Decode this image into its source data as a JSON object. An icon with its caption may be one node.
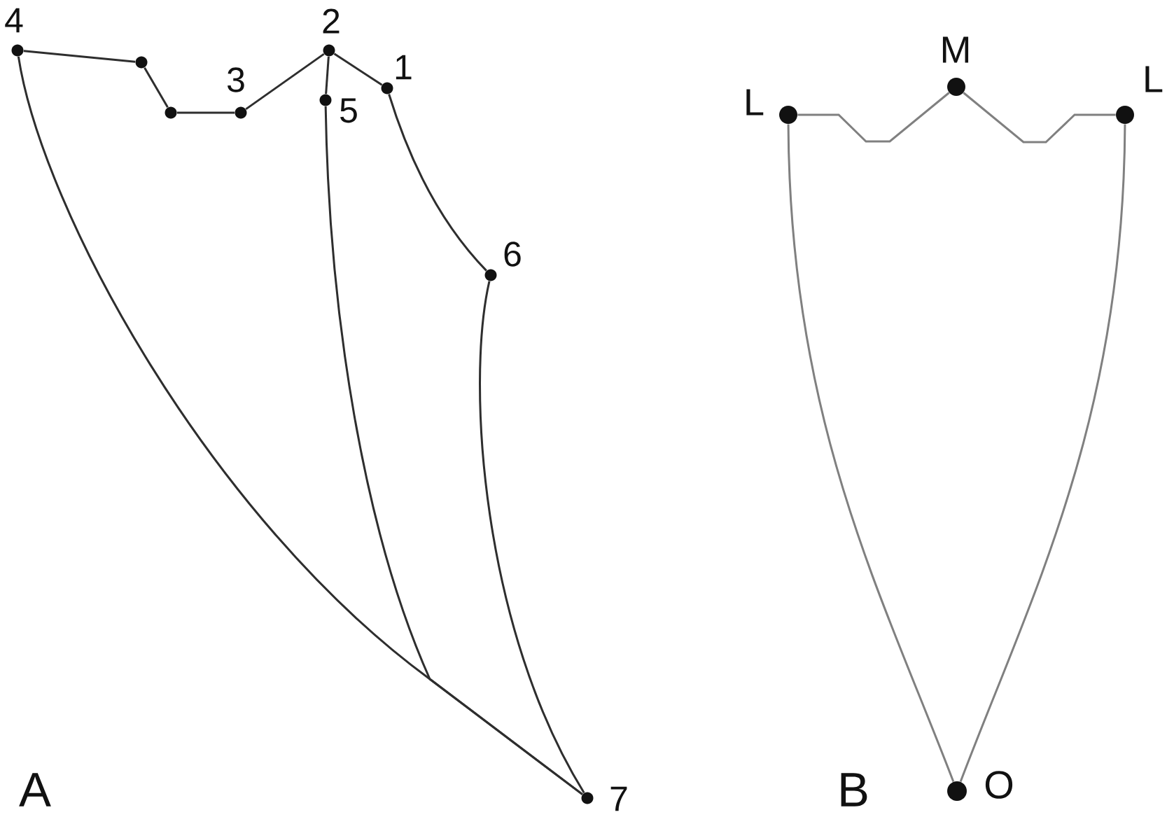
{
  "diagram": {
    "nodes": [
      {
        "text": [
          "4"
        ]
      },
      {
        "text": [],
        "shape": "circle"
      },
      {
        "text": [],
        "shape": "circle"
      },
      {
        "text": [
          "3"
        ]
      },
      {
        "text": [
          "2"
        ]
      },
      {
        "text": [
          "1"
        ]
      },
      {
        "text": [
          "5"
        ]
      },
      {
        "text": [
          "6"
        ]
      },
      {
        "text": [
          "7"
        ]
      },
      {
        "text": [
          "L"
        ]
      },
      {
        "text": [
          "M"
        ]
      },
      {
        "text": [
          "L"
        ]
      },
      {
        "text": [
          "O"
        ]
      }
    ],
    "edges": [
      {
        "from": 0,
        "to": 1,
        "arrow": "none"
      },
      {
        "from": 1,
        "to": 2,
        "arrow": "none"
      },
      {
        "from": 2,
        "to": 3,
        "arrow": "none"
      },
      {
        "from": 3,
        "to": 4,
        "arrow": "none"
      },
      {
        "from": 4,
        "to": 5,
        "arrow": "none"
      },
      {
        "from": 4,
        "to": 6,
        "arrow": "none"
      },
      {
        "from": 5,
        "to": 7,
        "arrow": "none"
      },
      {
        "from": 7,
        "to": 8,
        "arrow": "none"
      },
      {
        "from": 0,
        "to": 8,
        "arrow": "none"
      },
      {
        "from": 6,
        "to": 8,
        "arrow": "none"
      },
      {
        "from": 9,
        "to": 10,
        "arrow": "none",
        "color": "#808080"
      },
      {
        "from": 10,
        "to": 11,
        "arrow": "none",
        "color": "#808080"
      },
      {
        "from": 9,
        "to": 12,
        "arrow": "none",
        "color": "#808080"
      },
      {
        "from": 11,
        "to": 12,
        "arrow": "none",
        "color": "#808080"
      }
    ],
    "labels": [
      "A",
      "B"
    ]
  }
}
